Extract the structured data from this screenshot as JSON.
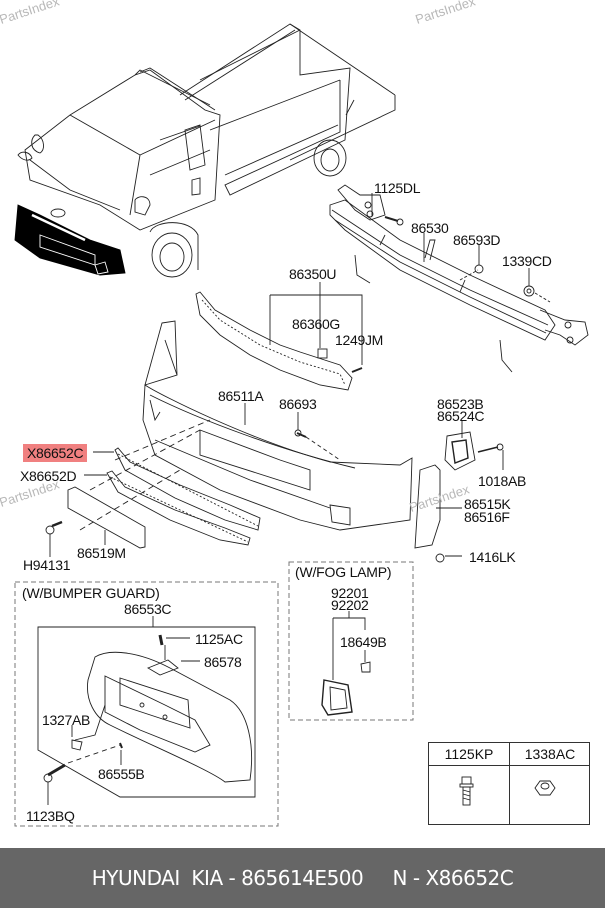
{
  "watermarks": [
    "PartsIndex",
    "PartsIndex",
    "PartsIndex",
    "PartsIndex"
  ],
  "highlight_color": "#f08080",
  "footer_bg": "#666666",
  "labels": {
    "p1125DL": "1125DL",
    "p86530": "86530",
    "p86593D": "86593D",
    "p1339CD": "1339CD",
    "p86350U": "86350U",
    "p86360G": "86360G",
    "p1249JM": "1249JM",
    "p86511A": "86511A",
    "p86693": "86693",
    "p86523B": "86523B",
    "p86524C": "86524C",
    "p1018AB": "1018AB",
    "pX86652C": "X86652C",
    "pX86652D": "X86652D",
    "p86515K": "86515K",
    "p86516F": "86516F",
    "pH94131": "H94131",
    "p86519M": "86519M",
    "p1416LK": "1416LK"
  },
  "bumper_guard_box": {
    "title": "(W/BUMPER GUARD)",
    "labels": {
      "p86553C": "86553C",
      "p1125AC": "1125AC",
      "p86578": "86578",
      "p1327AB": "1327AB",
      "p86555B": "86555B",
      "p1123BQ": "1123BQ"
    }
  },
  "fog_lamp_box": {
    "title": "(W/FOG LAMP)",
    "labels": {
      "p92201": "92201",
      "p92202": "92202",
      "p18649B": "18649B"
    }
  },
  "fastener_table": {
    "columns": [
      "1125KP",
      "1338AC"
    ],
    "icons": [
      "bolt-icon",
      "nut-icon"
    ]
  },
  "footer": {
    "brand": "HYUNDAI  KIA",
    "sep1": " - ",
    "part_number": "865614E500",
    "gap": "     ",
    "n_label": "N",
    "sep2": " - ",
    "position_code": "X86652C"
  }
}
